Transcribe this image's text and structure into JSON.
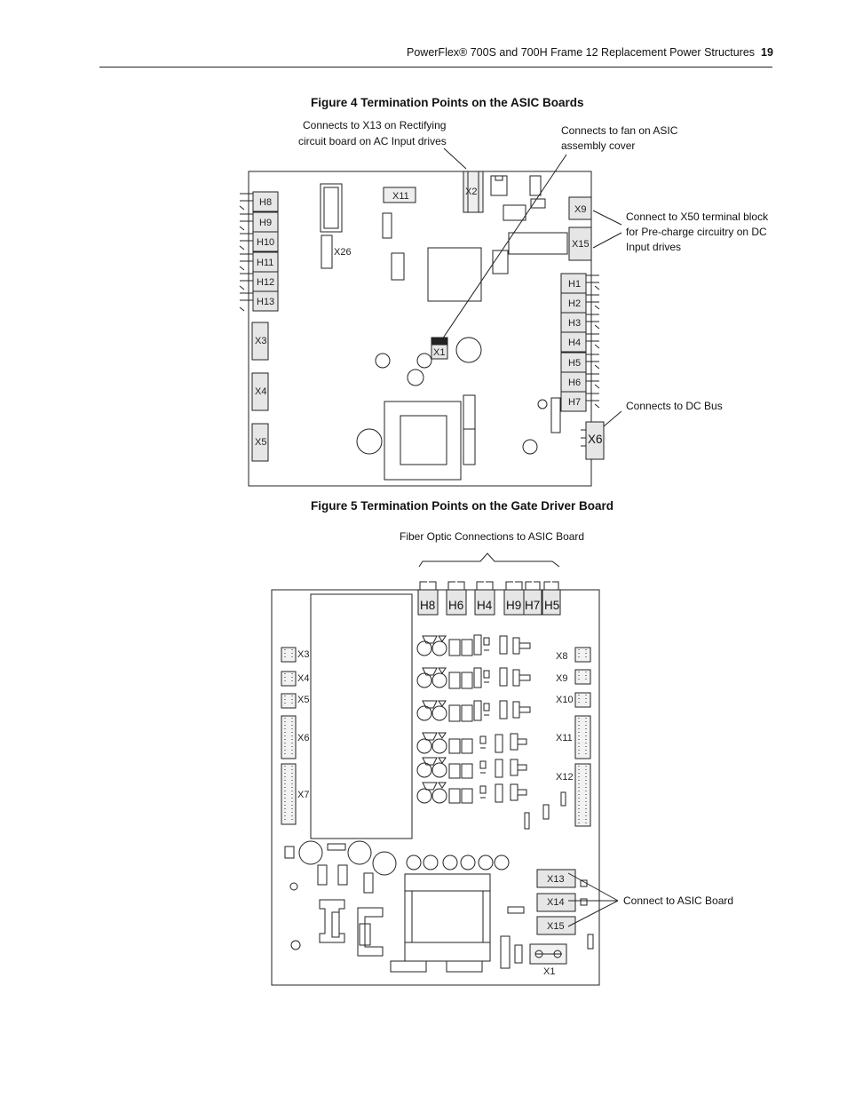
{
  "header": {
    "title": "PowerFlex® 700S and 700H Frame 12 Replacement Power Structures",
    "page_number": "19"
  },
  "figure4": {
    "caption": "Figure 4   Termination Points on the ASIC Boards",
    "callouts": {
      "x13_line1": "Connects to X13 on Rectifying",
      "x13_line2": "circuit board on AC Input drives",
      "fan_line1": "Connects to fan on ASIC",
      "fan_line2": "assembly cover",
      "x50_line1": "Connect to X50 terminal block",
      "x50_line2": "for Pre-charge circuitry on DC",
      "x50_line3": "Input drives",
      "dcbus": "Connects to DC Bus"
    },
    "labels": {
      "h8": "H8",
      "h9": "H9",
      "h10": "H10",
      "h11": "H11",
      "h12": "H12",
      "h13": "H13",
      "x3": "X3",
      "x4": "X4",
      "x5": "X5",
      "x11": "X11",
      "x26": "X26",
      "x2": "X2",
      "x9": "X9",
      "x15": "X15",
      "x1": "X1",
      "x6": "X6",
      "h1": "H1",
      "h2": "H2",
      "h3": "H3",
      "h4": "H4",
      "h5": "H5",
      "h6": "H6",
      "h7": "H7"
    }
  },
  "figure5": {
    "caption": "Figure 5   Termination Points on the Gate Driver Board",
    "callouts": {
      "fiber": "Fiber Optic Connections to ASIC Board",
      "asic": "Connect to ASIC Board"
    },
    "fiber_labels": {
      "h8": "H8",
      "h6": "H6",
      "h4": "H4",
      "h9": "H9",
      "h7": "H7",
      "h5": "H5"
    },
    "labels": {
      "x3": "X3",
      "x4": "X4",
      "x5": "X5",
      "x6": "X6",
      "x7": "X7",
      "x8": "X8",
      "x9": "X9",
      "x10": "X10",
      "x11": "X11",
      "x12": "X12",
      "x13": "X13",
      "x14": "X14",
      "x15": "X15",
      "x1": "X1"
    }
  }
}
